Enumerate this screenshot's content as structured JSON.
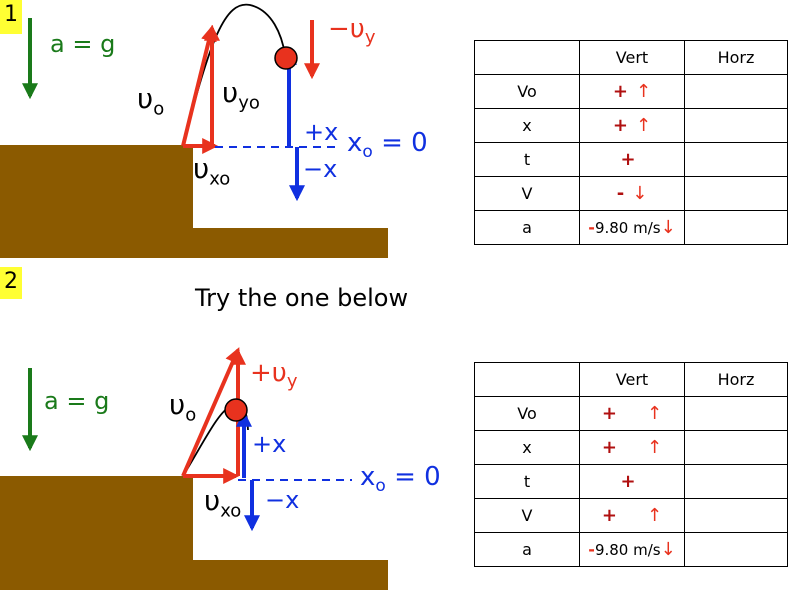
{
  "panel1": {
    "number": "1",
    "accel_label": "a = g",
    "v0": "υ",
    "v0_sub": "o",
    "vy0": "υ",
    "vy0_sub": "yo",
    "vx0": "υ",
    "vx0_sub": "xo",
    "neg_vy": "−υ",
    "neg_vy_sub": "y",
    "plus_x": "+x",
    "minus_x": "−x",
    "x0_label": "x",
    "x0_sub": "o",
    "x0_eq": "= 0"
  },
  "panel2": {
    "number": "2",
    "accel_label": "a = g",
    "v0": "υ",
    "v0_sub": "o",
    "pos_vy": "+υ",
    "pos_vy_sub": "y",
    "vx0": "υ",
    "vx0_sub": "xo",
    "plus_x": "+x",
    "minus_x": "−x",
    "x0_label": "x",
    "x0_sub": "o",
    "x0_eq": "= 0"
  },
  "instruction": "Try the one below",
  "table1": {
    "headers": [
      "",
      "Vert",
      "Horz"
    ],
    "rows": [
      {
        "label": "Vo",
        "sign": "+",
        "arrow": "↑",
        "horz": ""
      },
      {
        "label": "x",
        "sign": "+",
        "arrow": "↑",
        "horz": ""
      },
      {
        "label": "t",
        "sign": "+",
        "arrow": "",
        "horz": ""
      },
      {
        "label": "V",
        "sign": "-",
        "arrow": "↓",
        "horz": ""
      },
      {
        "label": "a",
        "sign": "-",
        "value": "9.80 m/s",
        "arrow": "↓",
        "horz": ""
      }
    ]
  },
  "table2": {
    "headers": [
      "",
      "Vert",
      "Horz"
    ],
    "rows": [
      {
        "label": "Vo",
        "sign": "+",
        "arrow": "↑",
        "horz": ""
      },
      {
        "label": "x",
        "sign": "+",
        "arrow": "↑",
        "horz": ""
      },
      {
        "label": "t",
        "sign": "+",
        "arrow": "",
        "horz": ""
      },
      {
        "label": "V",
        "sign": "+",
        "arrow": "↑",
        "horz": ""
      },
      {
        "label": "a",
        "sign": "-",
        "value": "9.80 m/s",
        "arrow": "↓",
        "horz": ""
      }
    ]
  },
  "colors": {
    "ground": "#8b5a00",
    "accel": "#1a7a1a",
    "velocity": "#e8321e",
    "axis": "#1030e0",
    "badge": "#ffff33"
  }
}
